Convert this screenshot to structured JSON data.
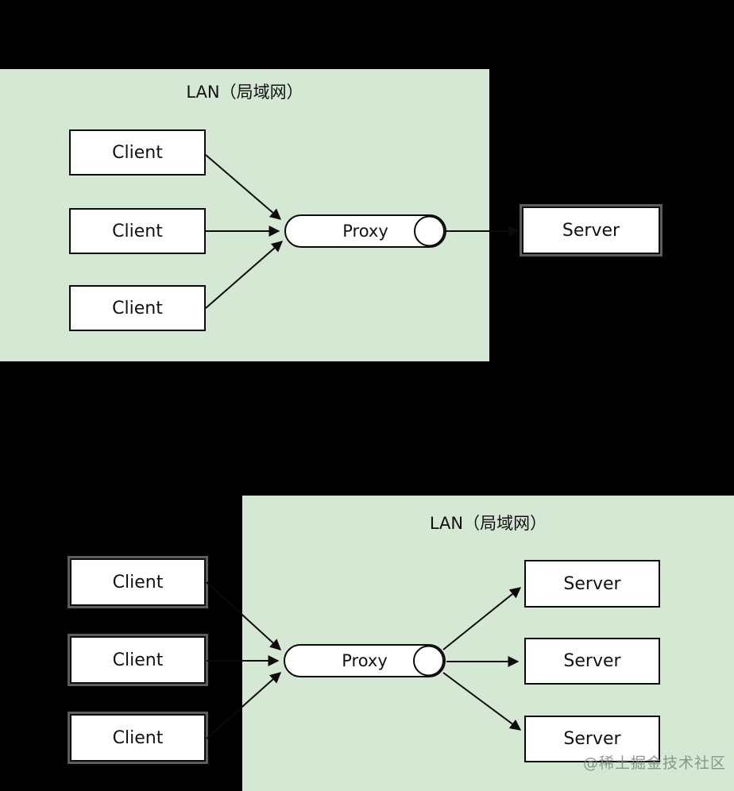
{
  "watermark": "@稀土掘金技术社区",
  "colors": {
    "canvas_bg": "#000000",
    "lan_bg": "#d5e8d4",
    "node_bg": "#ffffff",
    "node_border": "#0b0b0b",
    "outside_rim": "#5d5d5d",
    "watermark_text": "#7d867d"
  },
  "top_diagram": {
    "lan_label": "LAN（局域网）",
    "clients": [
      {
        "label": "Client"
      },
      {
        "label": "Client"
      },
      {
        "label": "Client"
      }
    ],
    "proxy": {
      "label": "Proxy"
    },
    "servers": [
      {
        "label": "Server"
      }
    ]
  },
  "bottom_diagram": {
    "lan_label": "LAN（局域网）",
    "clients": [
      {
        "label": "Client"
      },
      {
        "label": "Client"
      },
      {
        "label": "Client"
      }
    ],
    "proxy": {
      "label": "Proxy"
    },
    "servers": [
      {
        "label": "Server"
      },
      {
        "label": "Server"
      },
      {
        "label": "Server"
      }
    ]
  }
}
